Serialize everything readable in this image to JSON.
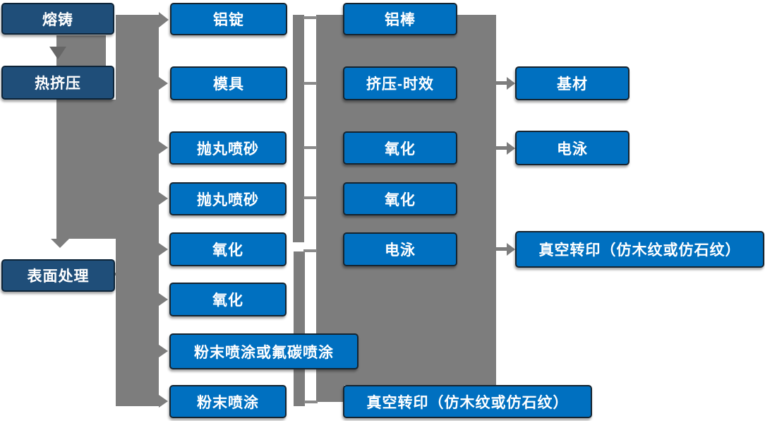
{
  "diagram": {
    "description": "Aluminium profile production process flowchart",
    "colors": {
      "stage_box_fill": "#1F4E79",
      "process_box_fill": "#0070C0",
      "connector_gray": "#7D7D7D",
      "text": "#FFFFFF",
      "background": "#FFFFFF"
    },
    "nodes": {
      "melt_cast": "熔铸",
      "hot_extrusion": "热挤压",
      "surface_treatment": "表面处理",
      "al_ingot": "铝锭",
      "mold": "模具",
      "shot_blast_1": "抛丸喷砂",
      "shot_blast_2": "抛丸喷砂",
      "oxidation_c2_1": "氧化",
      "oxidation_c2_2": "氧化",
      "powder_or_fluorocarbon": "粉末喷涂或氟碳喷涂",
      "powder_coating": "粉末喷涂",
      "al_rod": "铝棒",
      "extrusion_aging": "挤压-时效",
      "oxidation_c3_1": "氧化",
      "oxidation_c3_2": "氧化",
      "electrophoresis_c3": "电泳",
      "vacuum_transfer_c3": "真空转印（仿木纹或仿石纹）",
      "base_material": "基材",
      "electrophoresis_c4": "电泳",
      "vacuum_transfer_c4": "真空转印（仿木纹或仿石纹）"
    }
  }
}
